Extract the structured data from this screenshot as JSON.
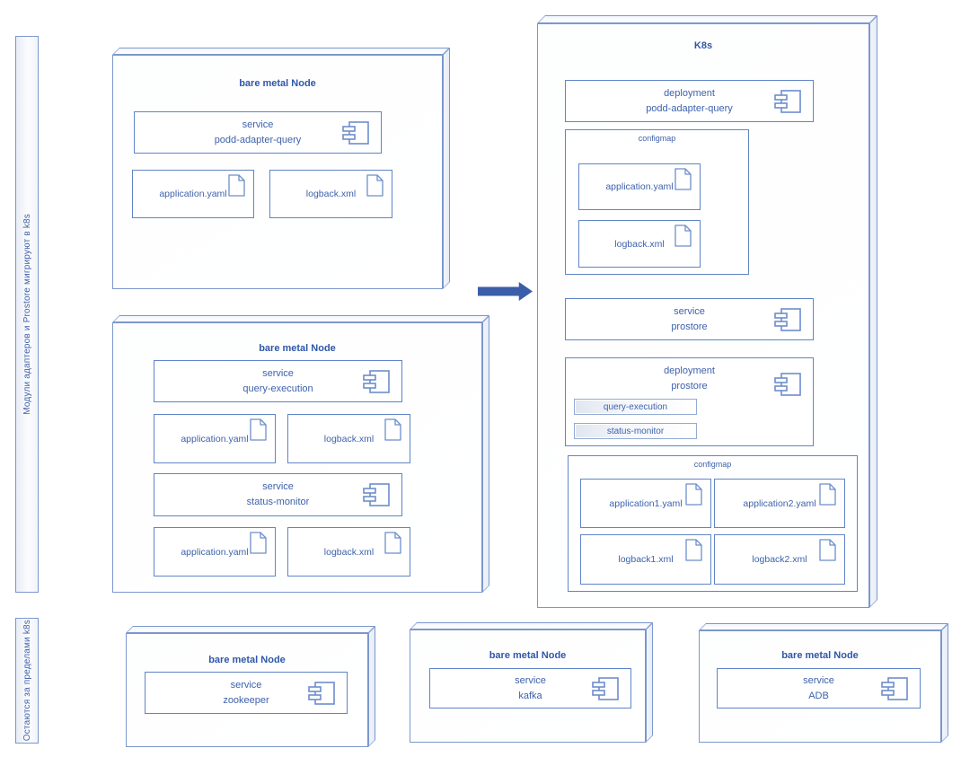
{
  "sidebar": {
    "migrate_band_label": "Модули адаптеров и Prostore мигрируют в k8s",
    "outside_band_label": "Остаются за пределами k8s"
  },
  "adapter_node": {
    "title": "bare metal Node",
    "service": {
      "kind": "service",
      "name": "podd-adapter-query"
    },
    "files": [
      "application.yaml",
      "logback.xml"
    ]
  },
  "prostore_node": {
    "title": "bare metal Node",
    "service_query": {
      "kind": "service",
      "name": "query-execution"
    },
    "files_query": [
      "application.yaml",
      "logback.xml"
    ],
    "service_status": {
      "kind": "service",
      "name": "status-monitor"
    },
    "files_status": [
      "application.yaml",
      "logback.xml"
    ]
  },
  "k8s": {
    "title": "K8s",
    "deployment_adapter": {
      "kind": "deployment",
      "name": "podd-adapter-query"
    },
    "configmap_adapter": {
      "title": "configmap",
      "files": [
        "application.yaml",
        "logback.xml"
      ]
    },
    "service_prostore": {
      "kind": "service",
      "name": "prostore"
    },
    "deployment_prostore": {
      "kind": "deployment",
      "name": "prostore",
      "pods": [
        "query-execution",
        "status-monitor"
      ]
    },
    "configmap_prostore": {
      "title": "configmap",
      "files": [
        "application1.yaml",
        "application2.yaml",
        "logback1.xml",
        "logback2.xml"
      ]
    }
  },
  "zookeeper_node": {
    "title": "bare metal Node",
    "service": {
      "kind": "service",
      "name": "zookeeper"
    }
  },
  "kafka_node": {
    "title": "bare metal Node",
    "service": {
      "kind": "service",
      "name": "kafka"
    }
  },
  "adb_node": {
    "title": "bare metal Node",
    "service": {
      "kind": "service",
      "name": "ADB"
    }
  },
  "colors": {
    "accent": "#5f85c7",
    "node_border": "#7b97cd",
    "arrow_fill": "#3a5ea8",
    "text": "#3e62ab"
  }
}
